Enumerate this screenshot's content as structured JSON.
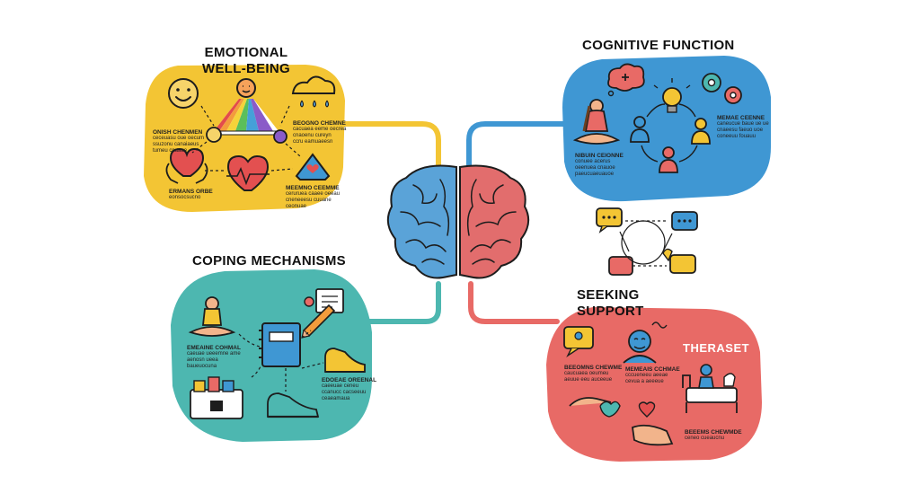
{
  "titles": {
    "emotional_line1": "EMOTIONAL",
    "emotional_line2": "WELL-BEING",
    "cognitive": "COGNITIVE FUNCTION",
    "coping": "COPING MECHANISMS",
    "support_line1": "SEEKING",
    "support_line2": "SUPPORT"
  },
  "emotional_captions": [
    {
      "head": "ONISH CHENMEN",
      "lines": [
        "ceceuasu oue oecum",
        "ssuzonu canaiaeus",
        "tumeu cnaaue"
      ]
    },
    {
      "head": "BEOGNO CHEMNE",
      "lines": [
        "cacuaea eeme oecrea",
        "cnaoenu cureyn",
        "ccru eamuaeesn"
      ]
    },
    {
      "head": "ERMANS ORBE",
      "lines": [
        "eonsocsucno"
      ]
    },
    {
      "head": "MEEMNO CEEMME",
      "lines": [
        "ceruruea caaee oeeau",
        "cneneeesu cuuane",
        "ceonuae"
      ]
    }
  ],
  "cognitive_captions": [
    {
      "head": "MEMAE CEENNE",
      "lines": [
        "caneucue baue ue ue",
        "cnaeesu faeuo uoe",
        "coneeuu fouauu"
      ]
    },
    {
      "head": "NIBUIN CEIONNE",
      "lines": [
        "conuee acerus",
        "oeenuea cnauoe",
        "paeucuaeuauoe"
      ]
    }
  ],
  "coping_captions": [
    {
      "head": "EMEAINE COHMAL",
      "lines": [
        "caeuae ueeemne ame",
        "aenosn ueea",
        "baueuocuna"
      ]
    },
    {
      "head": "EDOEAE OREENAL",
      "lines": [
        "caeeuae ceneu",
        "ccanucc cacseeuu",
        "ceaeamaua"
      ]
    }
  ],
  "support_captions": [
    {
      "head": "BEEOMNS CHEWME",
      "lines": [
        "caucuaea oeumeu",
        "aeuue eeu auceeue"
      ]
    },
    {
      "head": "MEMEAIS CCHMAE",
      "lines": [
        "cccueneeu aeeae",
        "cevua a aeeeue"
      ]
    },
    {
      "head": "BEEEMS CHEWMDE",
      "lines": [
        "ceneo cueaucnu"
      ]
    }
  ],
  "therapy_label": "THERASET",
  "colors": {
    "emotional": "#f3c534",
    "cognitive": "#3f97d3",
    "coping": "#4db7b0",
    "support": "#e86a66",
    "outline": "#1d1d1d",
    "brain_left": "#5aa3d8",
    "brain_right": "#e26d6d"
  }
}
